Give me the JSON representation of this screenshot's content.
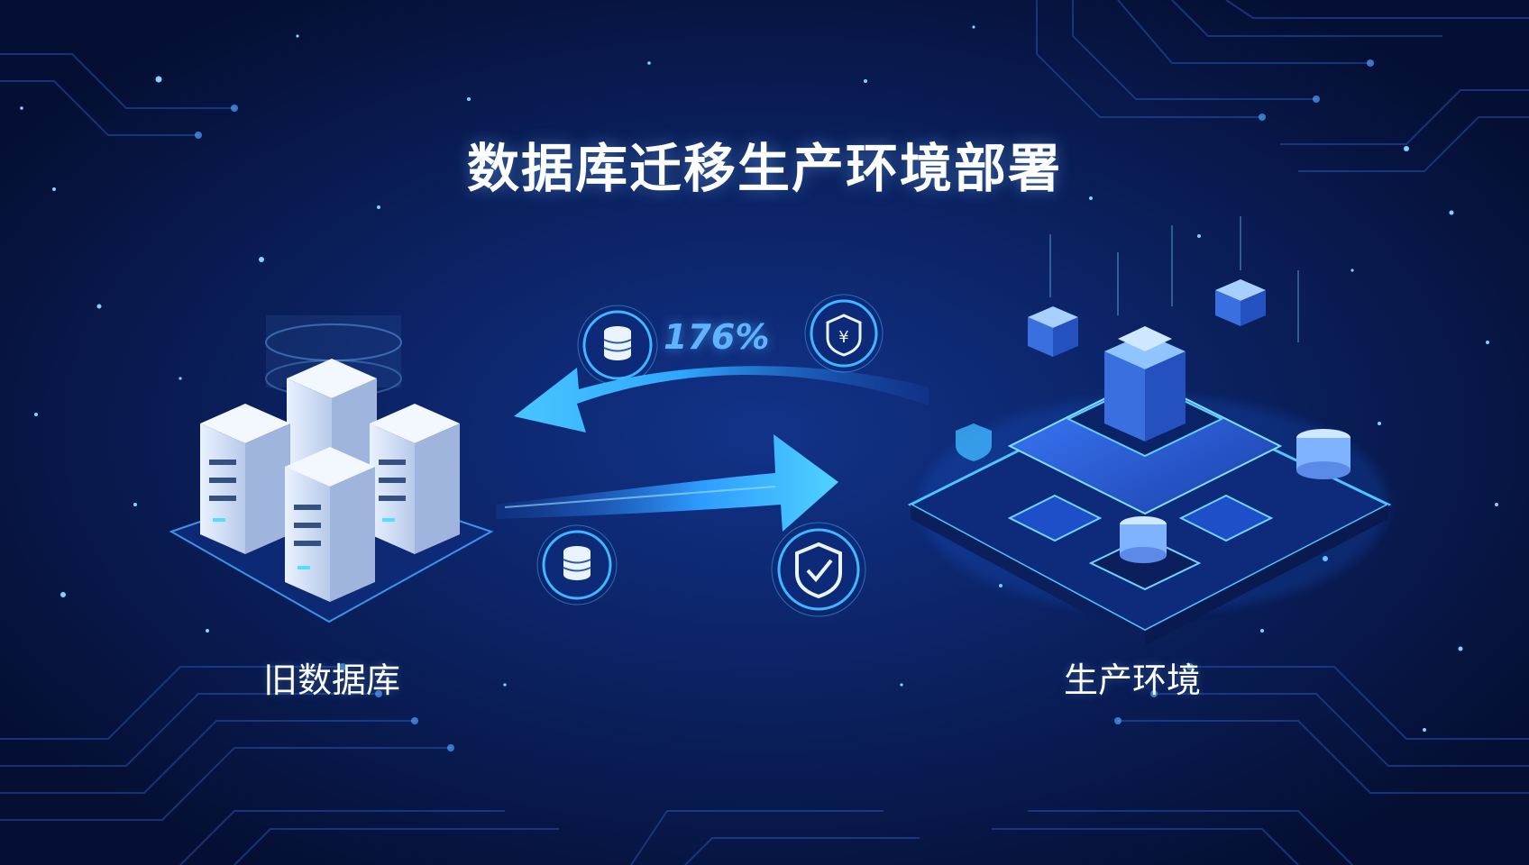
{
  "title": "数据库迁移生产环境部署",
  "progress_text": "176%",
  "source_label": "旧数据库",
  "target_label": "生产环境",
  "colors": {
    "background": "#07153f",
    "accent": "#3fb6ff",
    "glow": "#5fd0ff",
    "text": "#ffffff"
  },
  "icons": [
    "database-icon",
    "currency-shield-icon",
    "database-icon",
    "shield-check-icon",
    "arrow-left-icon",
    "arrow-right-icon"
  ]
}
